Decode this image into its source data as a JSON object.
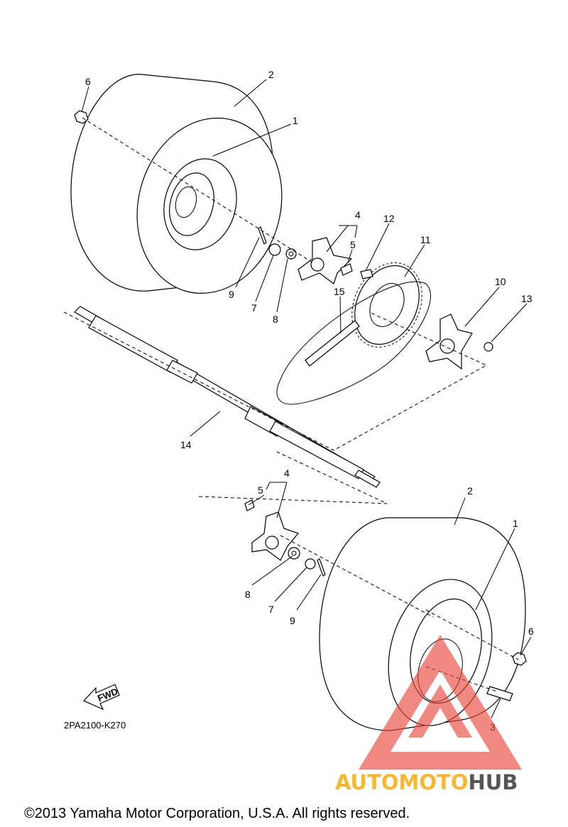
{
  "callouts": [
    {
      "id": "c-6-top",
      "text": "6"
    },
    {
      "id": "c-2-top",
      "text": "2"
    },
    {
      "id": "c-1-top",
      "text": "1"
    },
    {
      "id": "c-4-top",
      "text": "4"
    },
    {
      "id": "c-5-top",
      "text": "5"
    },
    {
      "id": "c-12",
      "text": "12"
    },
    {
      "id": "c-11",
      "text": "11"
    },
    {
      "id": "c-9-top",
      "text": "9"
    },
    {
      "id": "c-7-top",
      "text": "7"
    },
    {
      "id": "c-8-top",
      "text": "8"
    },
    {
      "id": "c-15",
      "text": "15"
    },
    {
      "id": "c-10",
      "text": "10"
    },
    {
      "id": "c-13",
      "text": "13"
    },
    {
      "id": "c-14",
      "text": "14"
    },
    {
      "id": "c-4-bot",
      "text": "4"
    },
    {
      "id": "c-5-bot",
      "text": "5"
    },
    {
      "id": "c-2-bot",
      "text": "2"
    },
    {
      "id": "c-1-bot",
      "text": "1"
    },
    {
      "id": "c-8-bot",
      "text": "8"
    },
    {
      "id": "c-7-bot",
      "text": "7"
    },
    {
      "id": "c-9-bot",
      "text": "9"
    },
    {
      "id": "c-6-bot",
      "text": "6"
    },
    {
      "id": "c-3",
      "text": "3"
    }
  ],
  "fwd_label": "FWD",
  "diagram_code": "2PA2100-K270",
  "watermark": {
    "part1": "AUTOMOTO",
    "part2": "HUB",
    "color1": "#f7b733",
    "color2": "#555555",
    "logo_color": "#e8473a"
  },
  "copyright": "©2013 Yamaha Motor Corporation, U.S.A. All rights reserved."
}
